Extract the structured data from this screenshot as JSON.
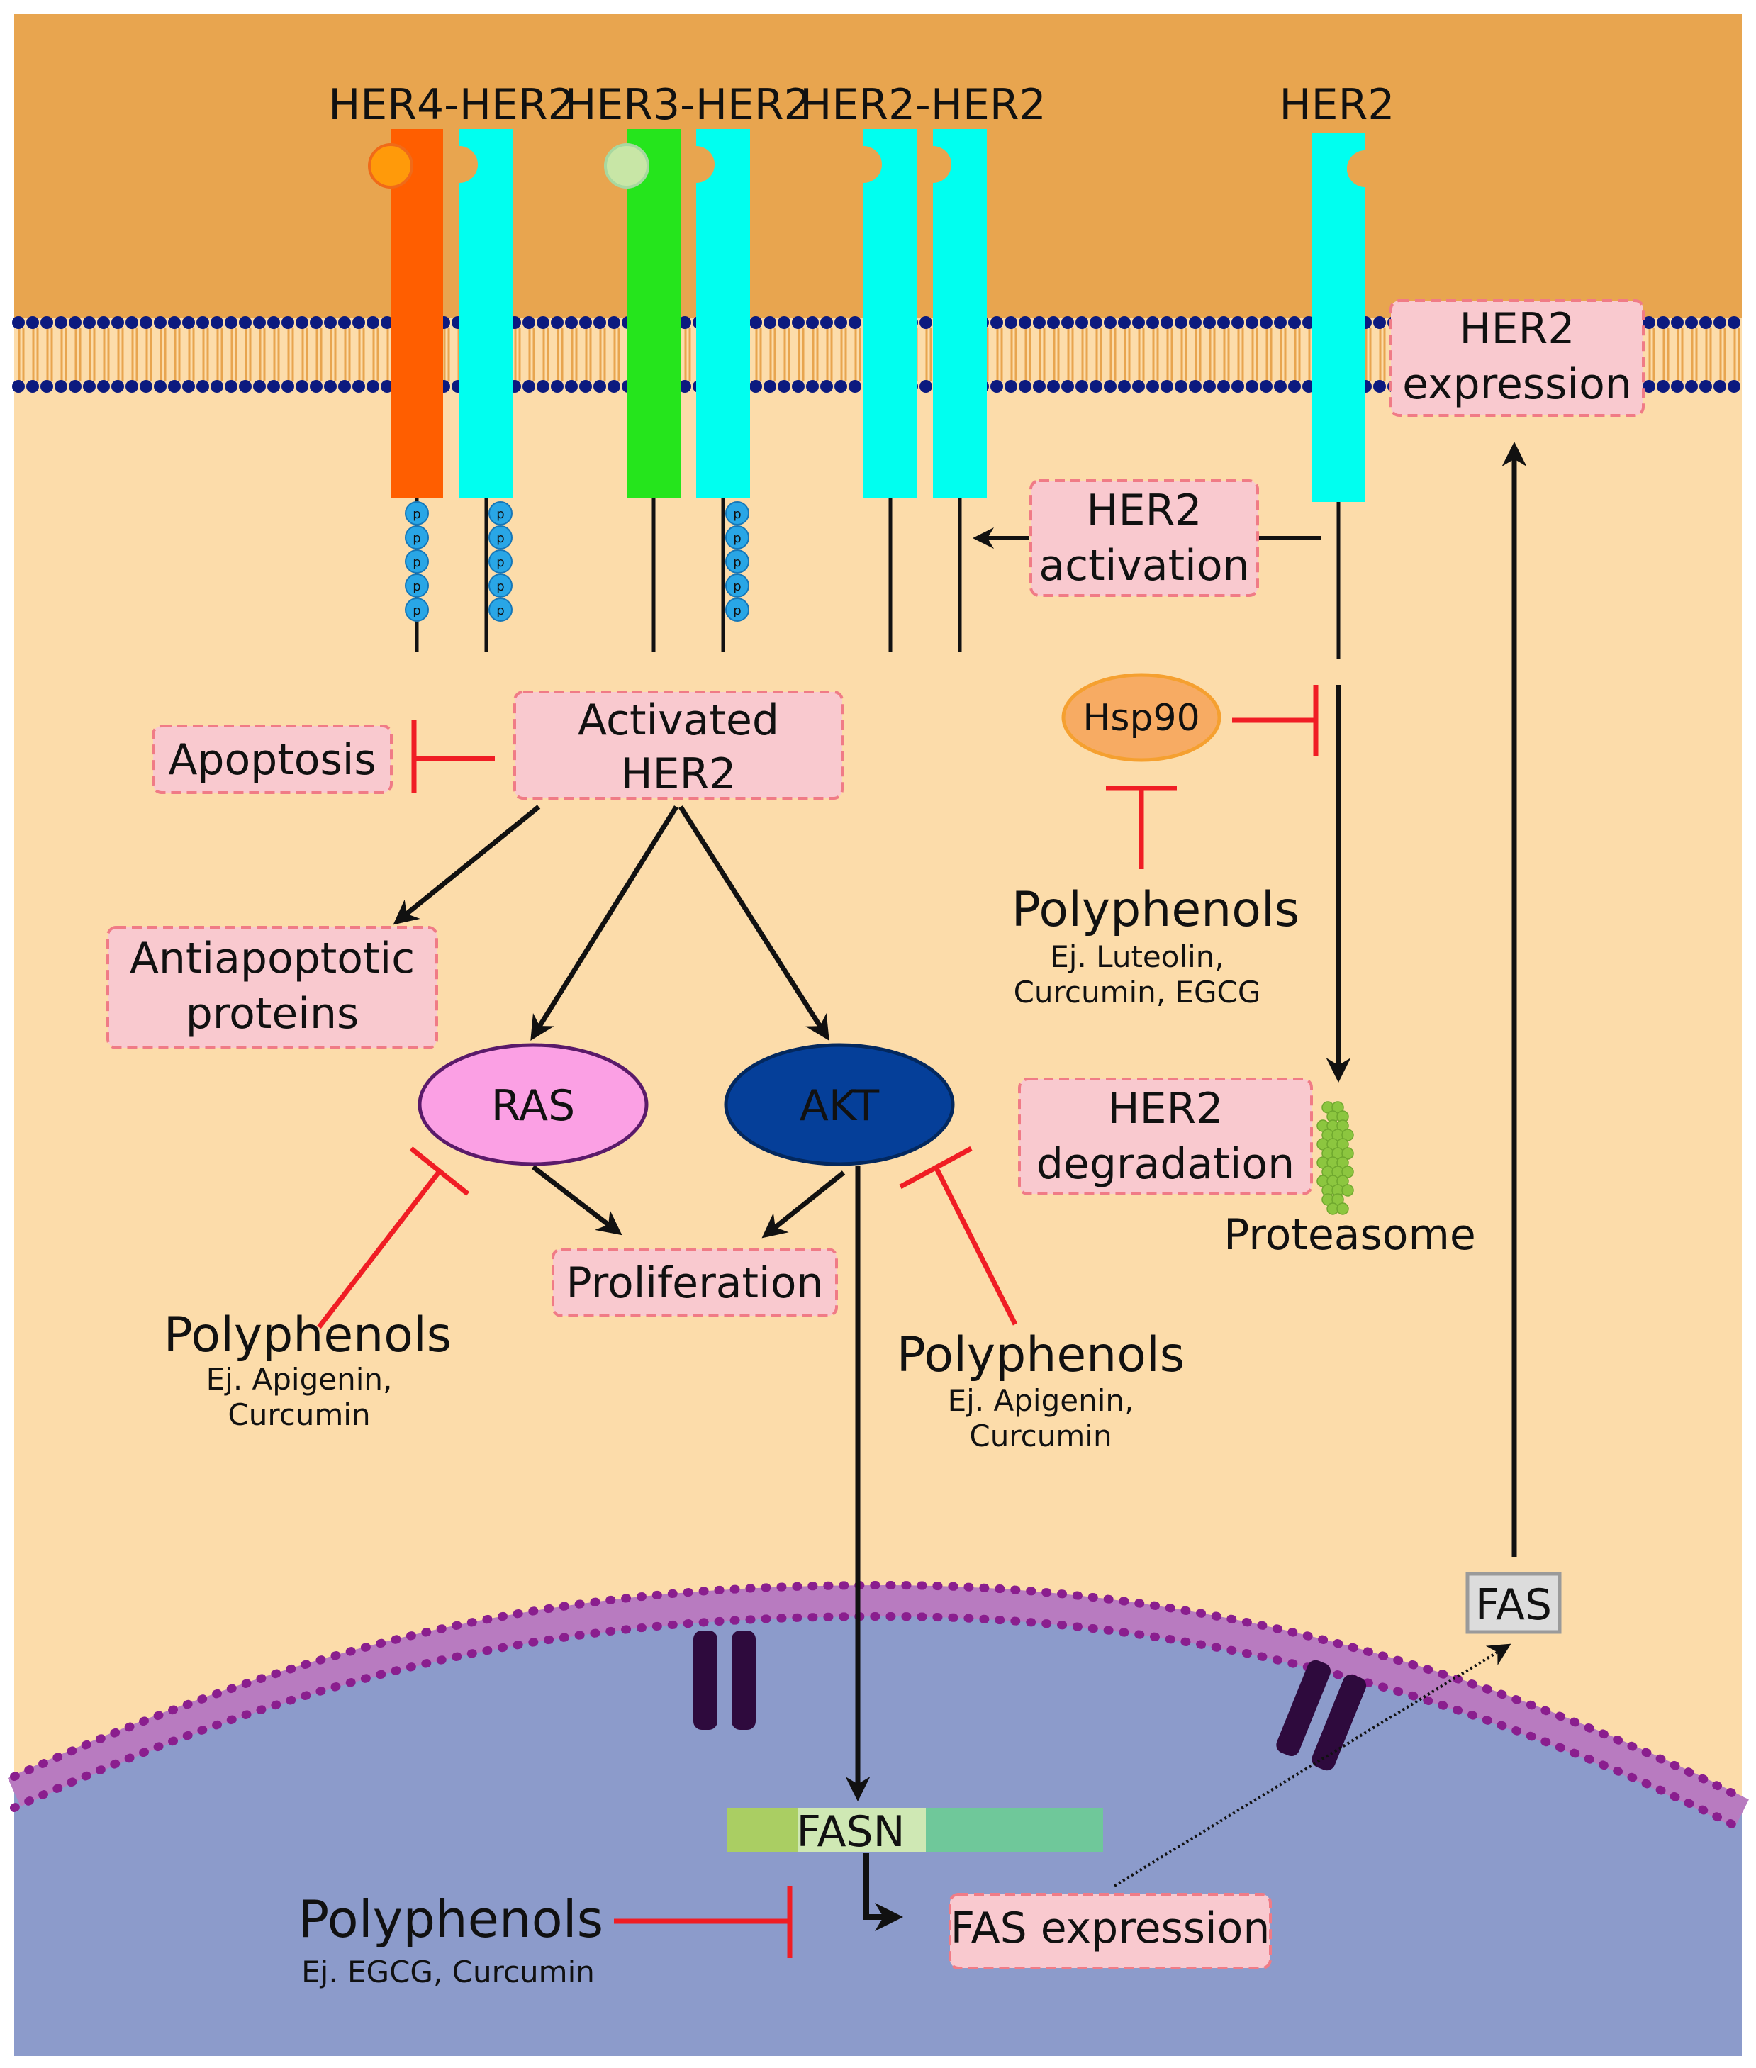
{
  "receptors": {
    "her4_her2": "HER4-HER2",
    "her3_her2": "HER3-HER2",
    "her2_her2": "HER2-HER2",
    "her2": "HER2"
  },
  "phospho_label": "p",
  "boxes": {
    "her2_expression": [
      "HER2",
      "expression"
    ],
    "her2_activation": [
      "HER2",
      "activation"
    ],
    "activated_her2": [
      "Activated",
      "HER2"
    ],
    "apoptosis": "Apoptosis",
    "antiapoptotic": [
      "Antiapoptotic",
      "proteins"
    ],
    "proliferation": "Proliferation",
    "her2_degradation": [
      "HER2",
      "degradation"
    ],
    "fas_expression": "FAS expression"
  },
  "nodes": {
    "hsp90": "Hsp90",
    "ras": "RAS",
    "akt": "AKT",
    "fasn": "FASN",
    "fas": "FAS",
    "proteasome": "Proteasome"
  },
  "polyphenols": {
    "top_right": {
      "title": "Polyphenols",
      "examples": [
        "Ej. Luteolin,",
        "Curcumin, EGCG"
      ]
    },
    "left": {
      "title": "Polyphenols",
      "examples": [
        "Ej. Apigenin,",
        "Curcumin"
      ]
    },
    "middle": {
      "title": "Polyphenols",
      "examples": [
        "Ej. Apigenin,",
        "Curcumin"
      ]
    },
    "bottom": {
      "title": "Polyphenols",
      "examples": [
        "Ej. EGCG, Curcumin"
      ]
    }
  },
  "colors": {
    "extracellular": "#E8A54F",
    "cytoplasm": "#FCDCAA",
    "nucleus": "#8C9BCB",
    "box_fill": "#F9C9CF",
    "box_border": "#F07B86",
    "her4": "#FF5E00",
    "her3": "#25E51C",
    "her2": "#00FFF0",
    "inhibit": "#F01D24",
    "ras": "#FBA0E4",
    "akt": "#053F99",
    "hsp90": "#F7AB63",
    "lipid_head": "#0C1A7F",
    "nuclear_membrane": "#8A1E8E",
    "pore": "#2E0A3D"
  }
}
